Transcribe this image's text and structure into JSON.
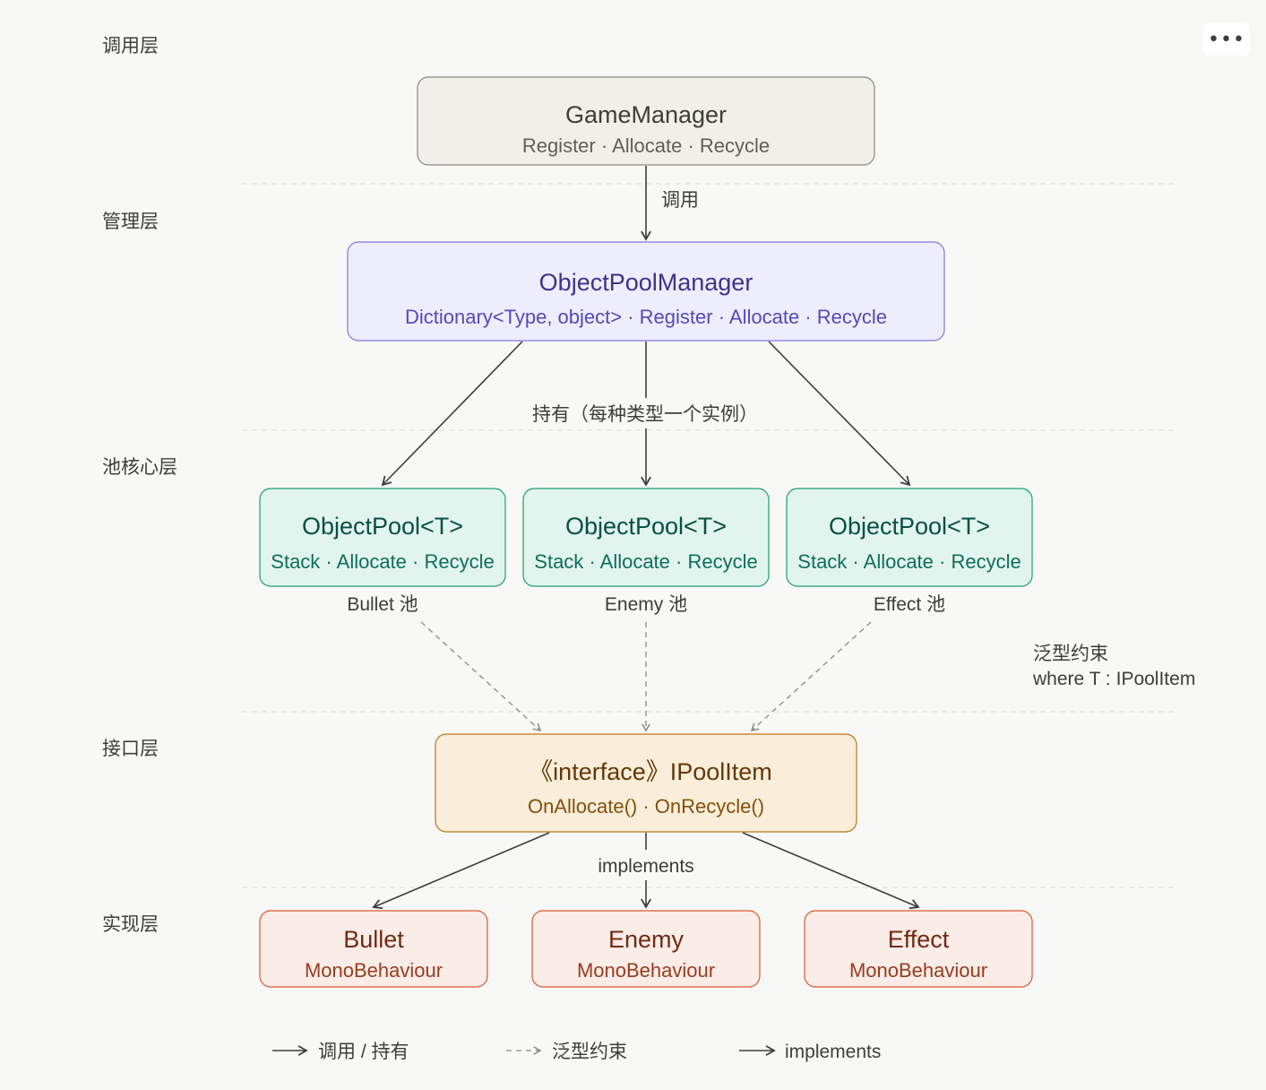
{
  "layers": [
    "调用层",
    "管理层",
    "池核心层",
    "接口层",
    "实现层"
  ],
  "nodes": {
    "game_manager": {
      "title": "GameManager",
      "subtitle": "Register · Allocate · Recycle"
    },
    "pool_manager": {
      "title": "ObjectPoolManager",
      "subtitle": "Dictionary<Type, object> · Register · Allocate · Recycle"
    },
    "pools": [
      {
        "title": "ObjectPool<T>",
        "subtitle": "Stack · Allocate · Recycle",
        "caption": "Bullet 池"
      },
      {
        "title": "ObjectPool<T>",
        "subtitle": "Stack · Allocate · Recycle",
        "caption": "Enemy 池"
      },
      {
        "title": "ObjectPool<T>",
        "subtitle": "Stack · Allocate · Recycle",
        "caption": "Effect 池"
      }
    ],
    "interface": {
      "title": "《interface》IPoolItem",
      "subtitle": "OnAllocate() · OnRecycle()"
    },
    "impls": [
      {
        "title": "Bullet",
        "subtitle": "MonoBehaviour"
      },
      {
        "title": "Enemy",
        "subtitle": "MonoBehaviour"
      },
      {
        "title": "Effect",
        "subtitle": "MonoBehaviour"
      }
    ]
  },
  "edge_labels": {
    "call": "调用",
    "hold": "持有（每种类型一个实例）",
    "constraint_line1": "泛型约束",
    "constraint_line2": "where T : IPoolItem",
    "implements": "implements"
  },
  "legend": [
    {
      "style": "solid",
      "label": "调用 / 持有"
    },
    {
      "style": "dashed",
      "label": "泛型约束"
    },
    {
      "style": "solid",
      "label": "implements"
    }
  ],
  "menu_icon": "more-horizontal-icon",
  "colors": {
    "background": "#f8f8f6",
    "gray_fill": "#f1efe9",
    "gray_stroke": "#8a8880",
    "gray_title": "#3d3d3a",
    "gray_sub": "#5f5e5a",
    "purple_fill": "#eeedfe",
    "purple_stroke": "#7f77dd",
    "purple_title": "#3c3489",
    "purple_sub": "#534ab7",
    "teal_fill": "#e1f5ee",
    "teal_stroke": "#1d9e75",
    "teal_title": "#085041",
    "teal_sub": "#0f6e56",
    "amber_fill": "#faeeda",
    "amber_stroke": "#ba7517",
    "amber_title": "#633806",
    "amber_sub": "#854f0b",
    "coral_fill": "#faece7",
    "coral_stroke": "#d85a30",
    "coral_title": "#712b13",
    "coral_sub": "#993c1d",
    "line": "#3d3d3a",
    "dash": "#8a8880",
    "divider": "#dcdad3"
  }
}
